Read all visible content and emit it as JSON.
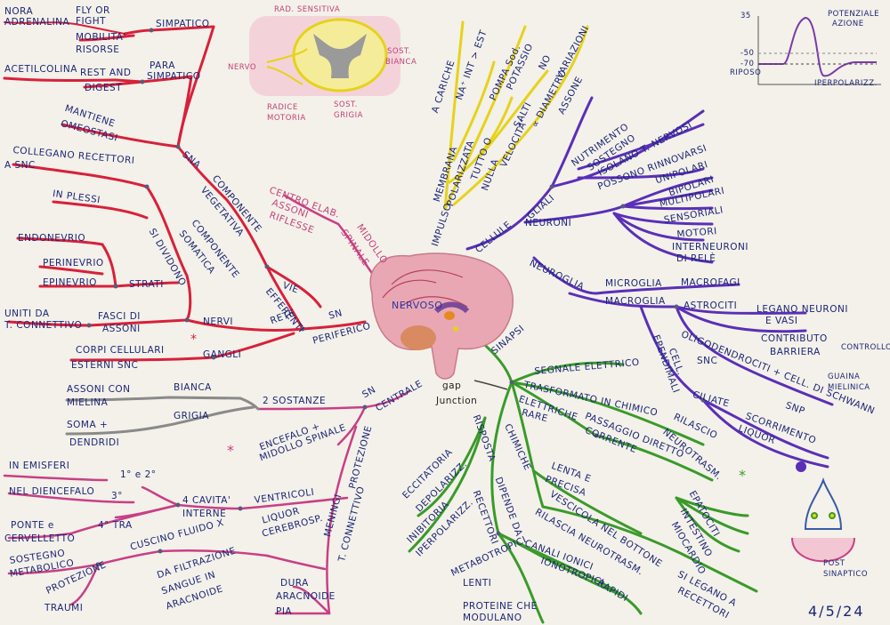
{
  "center": {
    "label": "NERVOSO"
  },
  "sna": {
    "nora": "NORA",
    "adrenalina": "ADRENALINA",
    "fly_or": "FLY OR",
    "fight": "FIGHT",
    "mobilita": "MOBILITA'",
    "risorse": "RISORSE",
    "simpatico": "SIMPATICO",
    "acetilcolina": "ACETILCOLINA",
    "rest_and": "REST AND",
    "digest": "DIGEST",
    "para": "PARA",
    "simpatico2": "SIMPATICO",
    "mantiene": "MANTIENE",
    "omeostasi": "OMEOSTASI",
    "sna": "SNA",
    "componente": "COMPONENTE",
    "vegetativa": "VEGETATIVA",
    "componente2": "COMPONENTE",
    "somatica": "SOMATICA",
    "vie": "VIE",
    "efferenti": "EFFERENTI"
  },
  "nervi": {
    "collegano": "COLLEGANO RECETTORI",
    "a_snc": "A SNC",
    "in_plessi": "IN PLESSI",
    "si_dividono": "SI DIVIDONO",
    "endonevrio": "ENDONEVRIO",
    "perinevrio": "PERINEVRIO",
    "epinevrio": "EPINEVRIO",
    "strati": "STRATI",
    "uniti_da": "UNITI DA",
    "connettivo": "T. CONNETTIVO",
    "fasci_di": "FASCI DI",
    "assoni": "ASSONI",
    "nervi": "NERVI",
    "corpi": "CORPI CELLULARI",
    "esterni": "ESTERNI SNC",
    "gangli": "GANGLI",
    "rete": "RETE",
    "sn": "SN",
    "periferico": "PERIFERICO",
    "centro": "CENTRO ELAB.",
    "assoni2": "ASSONI",
    "riflesse": "RIFLESSE",
    "midollo": "MIDOLLO",
    "spinale": "SPINALE"
  },
  "spinal_sketch": {
    "rad_sensitiva": "RAD. SENSITIVA",
    "nervo": "NERVO",
    "sost_bianca1": "SOST.",
    "sost_bianca2": "BIANCA",
    "radice": "RADICE",
    "motoria": "MOTORIA",
    "sost_grigia1": "SOST.",
    "sost_grigia2": "GRIGIA"
  },
  "potential": {
    "v35": "35",
    "v50": "-50",
    "v70": "-70",
    "riposo": "RIPOSO",
    "potenziale": "POTENZIALE",
    "azione": "AZIONE",
    "iperpolarizz": "IPERPOLARIZZ."
  },
  "impulso": {
    "impulso": "IMPULSO",
    "membrana": "MEMBRANA",
    "polarizzata": "POLARIZZATA",
    "a_cariche": "A CARICHE",
    "na_int": "NA⁺ INT > EST",
    "tutto_o": "TUTTO O",
    "nulla": "NULLA",
    "pompa": "POMPA Sod.",
    "potassio": "POTASSIO",
    "velocita": "VELOCITA'",
    "diametro": "∝ DIAMETRO",
    "assone": "ASSONE",
    "salti": "SALTI",
    "no": "NO",
    "variazioni": "VARIAZIONI"
  },
  "cellule": {
    "cellule": "CELLULE",
    "gliali": "GLIALI",
    "nutrimento": "NUTRIMENTO",
    "sostegno": "SOSTEGNO",
    "isolano": "ISOLANO T. NERVOSI",
    "possono": "POSSONO RINNOVARSI",
    "neuroni": "NEURONI",
    "unipolari": "UNIPOLARI",
    "bipolari": "BIPOLARI",
    "multipolari": "MULTIPOLARI",
    "sensoriali": "SENSORIALI",
    "motori": "MOTORI",
    "interneuroni": "INTERNEURONI",
    "di_rele": "DI RELÈ",
    "neuroglia": "NEUROGLIA",
    "microglia": "MICROGLIA",
    "macrofagi": "MACROFAGI",
    "macroglia": "MACROGLIA",
    "astrociti": "ASTROCITI",
    "legano": "LEGANO NEURONI",
    "e_vasi": "E VASI",
    "contributo": "CONTRIBUTO",
    "barriera": "BARRIERA",
    "controllo": "CONTROLLO",
    "oligodendrociti": "OLIGODENDROCITI + CELL. DI SCHWANN",
    "guaina": "GUAINA",
    "mielinica": "MIELINICA",
    "cell": "CELL.",
    "ependimali": "EPENDIMALI",
    "snc": "SNC",
    "ciliate": "CILIATE",
    "scorrimento": "SCORRIMENTO",
    "liquor": "LIQUOR",
    "snp": "SNP"
  },
  "sinapsi": {
    "sinapsi": "SINAPSI",
    "segnale": "SEGNALE ELETTRICO",
    "trasformato": "TRASFORMATO IN CHIMICO",
    "elettriche": "ELETTRICHE",
    "rare": "RARE",
    "passaggio": "PASSAGGIO DIRETTO",
    "corrente": "CORRENTE",
    "rilascio": "RILASCIO",
    "neurotrasm": "NEUROTRASM.",
    "chimiche": "CHIMICHE",
    "lenta": "LENTA E",
    "precisa": "PRECISA",
    "vescicola": "VESCICOLA NEL BOTTONE",
    "rilascia": "RILASCIA NEUROTRASM.",
    "epatociti": "EPATOCITI",
    "intestino": "INTESTINO",
    "miocardio": "MIOCARDIO",
    "si_legano": "SI LEGANO A",
    "recettori": "RECETTORI",
    "risposta": "RISPOSTA",
    "eccitatoria": "ECCITATORIA",
    "depolarizz": "DEPOLARIZZ.",
    "inibitoria": "INIBITORIA",
    "iperpolarizz": "IPERPOLARIZZ.",
    "recettori2": "RECETTORI",
    "dipende": "DIPENDE DA",
    "metabotropici": "METABOTROPICI",
    "lenti": "LENTI",
    "ionotropici": "IONOTROPICI",
    "canali": "CANALI IONICI",
    "rapidi": "RAPIDI",
    "proteine": "PROTEINE CHE",
    "modulano": "MODULANO",
    "gap": "gap",
    "junction": "Junction",
    "post": "POST",
    "sinaptico": "SINAPTICO"
  },
  "centrale": {
    "assoni_con": "ASSONI CON",
    "mielina": "MIELINA",
    "bianca": "BIANCA",
    "soma": "SOMA +",
    "dendridi": "DENDRIDI",
    "grigia": "GRIGIA",
    "sostanze": "2 SOSTANZE",
    "sn": "SN",
    "centrale": "CENTRALE",
    "encefalo": "ENCEFALO +",
    "midollo": "MIDOLLO SPINALE",
    "protezione": "PROTEZIONE",
    "in_emisferi": "IN EMISFERI",
    "primo": "1° e 2°",
    "diencefalo": "NEL DIENCEFALO",
    "terzo": "3°",
    "quattro_cavita": "4 CAVITA'",
    "interne": "INTERNE",
    "ponte": "PONTE e",
    "cervelletto": "CERVELLETTO",
    "quarto_tra": "4° TRA",
    "ventricoli": "VENTRICOLI",
    "sostegno": "SOSTEGNO",
    "metabolico": "METABOLICO",
    "cuscino": "CUSCINO FLUIDO X",
    "liquor": "LIQUOR",
    "cerebrosp": "CEREBROSP.",
    "protezione2": "PROTEZIONE",
    "traumi": "TRAUMI",
    "filtrazione": "DA FILTRAZIONE",
    "sangue": "SANGUE IN",
    "aracnoide": "ARACNOIDE",
    "meningi": "MENINGI",
    "t_connettivo": "T. CONNETTIVO",
    "dura": "DURA",
    "aracnoide2": "ARACNOIDE",
    "pia": "PIA"
  },
  "date": "4/5/24",
  "colors": {
    "red": "#d8203a",
    "pink": "#c93f86",
    "purple": "#5a2fb8",
    "yellow": "#e6d21a",
    "green": "#3a9a2a",
    "gray": "#8a8a8a"
  }
}
